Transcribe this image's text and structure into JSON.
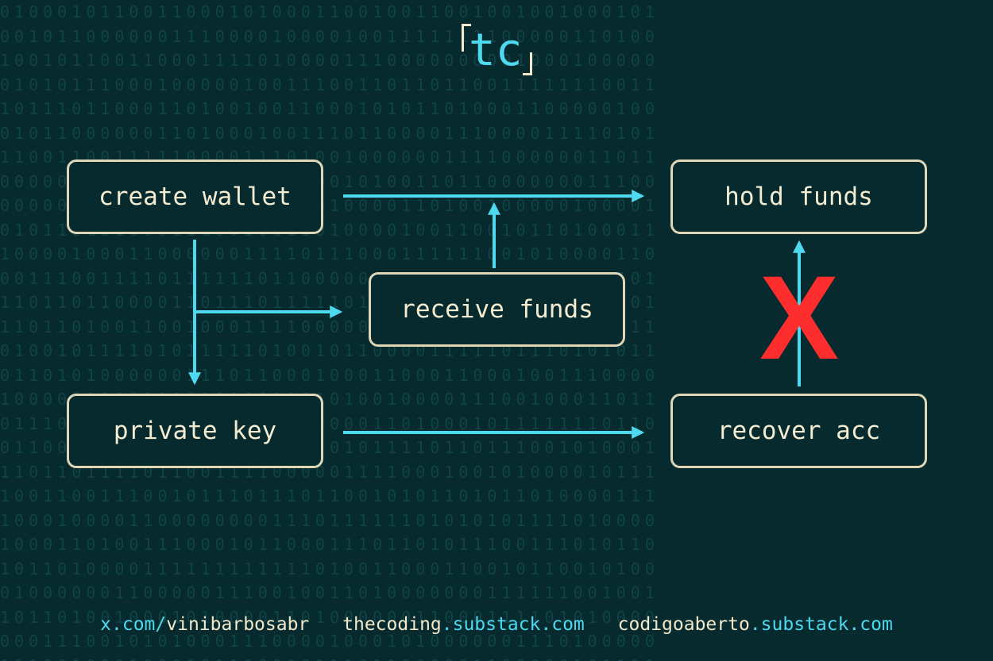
{
  "logo": {
    "text": "tc"
  },
  "nodes": {
    "create_wallet": "create wallet",
    "hold_funds": "hold funds",
    "receive_funds": "receive funds",
    "private_key": "private key",
    "recover_acc": "recover acc"
  },
  "blocked_mark": "X",
  "footer": {
    "link1_a": "x.com/",
    "link1_b": "vinibarbosabr",
    "link2_a": "thecoding",
    "link2_b": ".substack.com",
    "link3_a": "codigoaberto",
    "link3_b": ".substack.com"
  },
  "colors": {
    "background": "#062a2d",
    "arrow": "#4dd9f0",
    "node_border": "#ded6b6",
    "node_text": "#f4ecd0",
    "blocked": "#ff2e2e"
  }
}
